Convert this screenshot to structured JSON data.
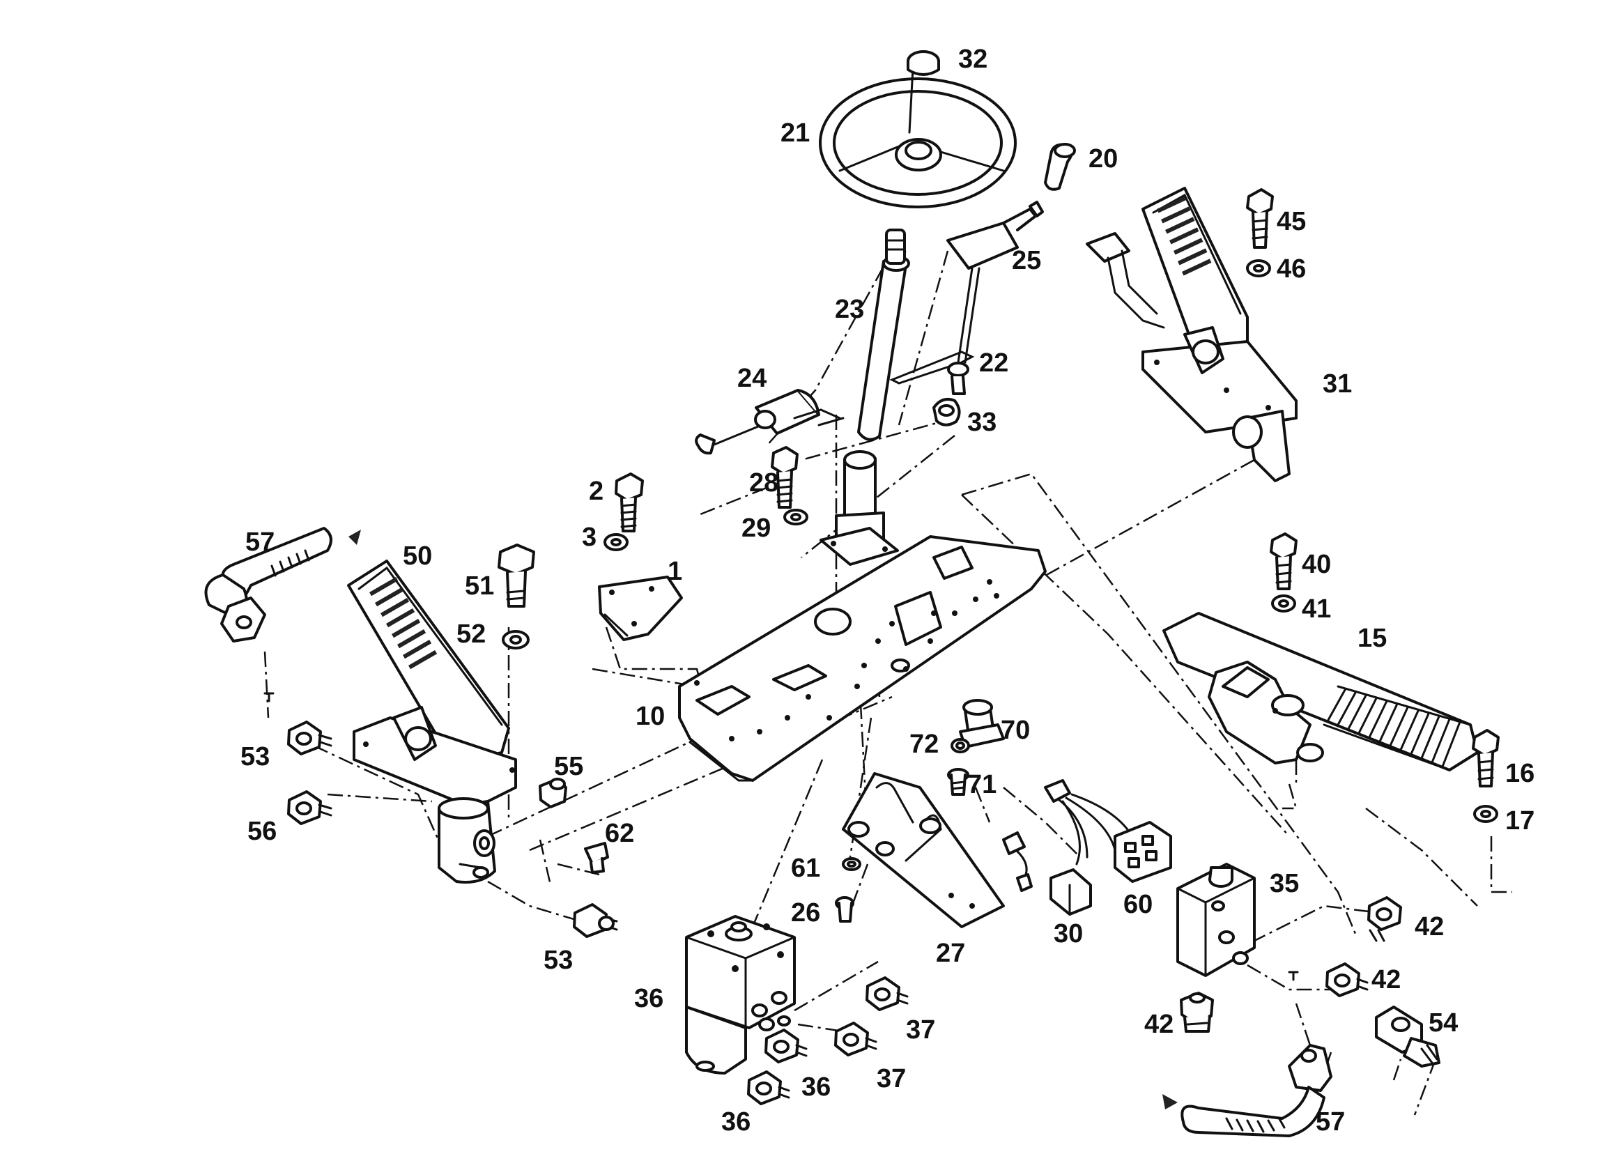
{
  "diagram": {
    "colors": {
      "ink": "#111111",
      "paper": "#ffffff"
    },
    "callouts": [
      "32",
      "21",
      "20",
      "45",
      "46",
      "25",
      "23",
      "22",
      "24",
      "33",
      "31",
      "28",
      "2",
      "29",
      "3",
      "1",
      "57",
      "50",
      "51",
      "52",
      "10",
      "40",
      "41",
      "15",
      "70",
      "72",
      "71",
      "53",
      "55",
      "16",
      "17",
      "56",
      "62",
      "61",
      "26",
      "60",
      "27",
      "30",
      "35",
      "37",
      "36",
      "42",
      "54"
    ]
  }
}
